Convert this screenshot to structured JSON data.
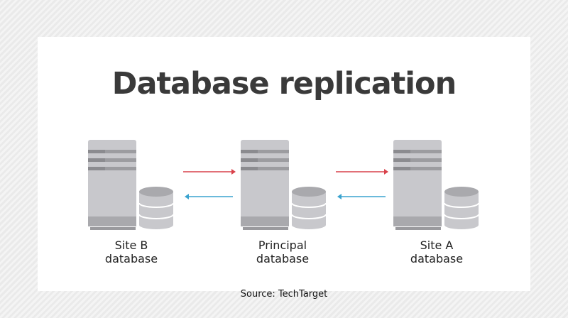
{
  "title": "Database replication",
  "nodes": [
    {
      "line1": "Site B",
      "line2": "database"
    },
    {
      "line1": "Principal",
      "line2": "database"
    },
    {
      "line1": "Site A",
      "line2": "database"
    }
  ],
  "source": "Source: TechTarget",
  "colors": {
    "arrow_forward": "#d9414a",
    "arrow_back": "#3aa3cf",
    "server": "#c8c8cc",
    "title": "#3a3a3a"
  },
  "icons": [
    "server-icon",
    "database-cylinder-icon",
    "arrow-right-icon",
    "arrow-left-icon"
  ]
}
